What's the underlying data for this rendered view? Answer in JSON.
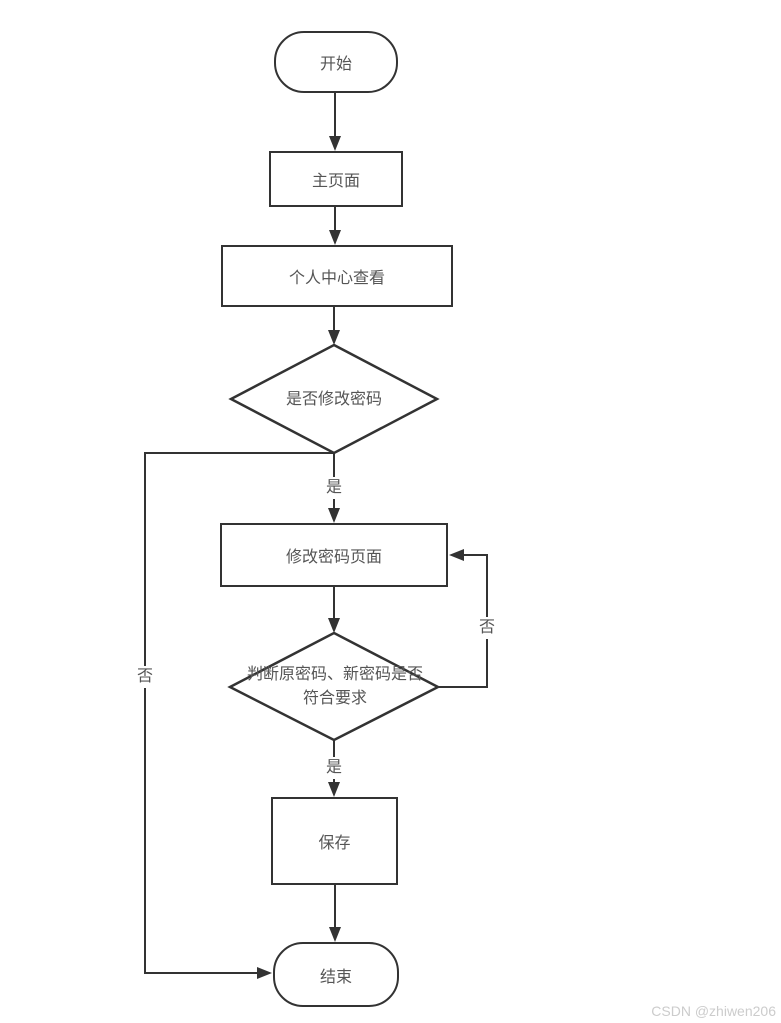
{
  "flowchart": {
    "nodes": {
      "start": {
        "label": "开始",
        "type": "terminator"
      },
      "main_page": {
        "label": "主页面",
        "type": "process"
      },
      "personal_center": {
        "label": "个人中心查看",
        "type": "process"
      },
      "decision_change_password": {
        "label": "是否修改密码",
        "type": "decision"
      },
      "modify_password_page": {
        "label": "修改密码页面",
        "type": "process"
      },
      "decision_validate": {
        "label_line1": "判断原密码、新密码是否",
        "label_line2": "符合要求",
        "type": "decision"
      },
      "save": {
        "label": "保存",
        "type": "process"
      },
      "end": {
        "label": "结束",
        "type": "terminator"
      }
    },
    "edge_labels": {
      "yes_to_modify": "是",
      "yes_to_save": "是",
      "no_to_end": "否",
      "no_loop_back": "否"
    },
    "colors": {
      "stroke": "#333333",
      "node_fill": "#ffffff",
      "text": "#555555",
      "watermark": "#cccccc",
      "background": "#ffffff"
    }
  },
  "watermark": {
    "text": "CSDN @zhiwen206"
  }
}
